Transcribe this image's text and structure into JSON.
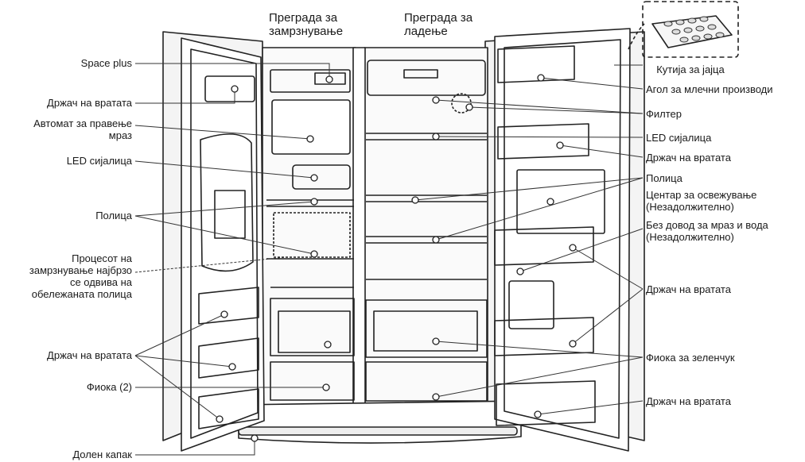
{
  "headers": {
    "freezer": "Преграда за замрзнување",
    "fridge": "Преграда за ладење"
  },
  "left": {
    "space_plus": "Space plus",
    "door_bin_1": "Држач на вратата",
    "ice_maker": "Автомат за правење мраз",
    "led_light": "LED сијалица",
    "shelf": "Полица",
    "quick_freeze": "Процесот на замрзнување најбрзо се одвива на обележаната полица",
    "door_bin_2": "Држач на вратата",
    "drawer": "Фиока (2)",
    "lower_cover": "Долен капак"
  },
  "right": {
    "egg_box": "Кутија за јајца",
    "dairy_corner": "Агол за млечни производи",
    "filter": "Филтер",
    "led_light": "LED сијалица",
    "door_bin_1": "Држач на вратата",
    "shelf": "Полица",
    "fresh_center": "Центар за освежување (Незадолжително)",
    "no_ice_water": "Без довод за мраз и вода (Незадолжително)",
    "door_bin_2": "Држач на вратата",
    "vegetable_drawer": "Фиока за зеленчук",
    "door_bin_3": "Држач на вратата"
  }
}
